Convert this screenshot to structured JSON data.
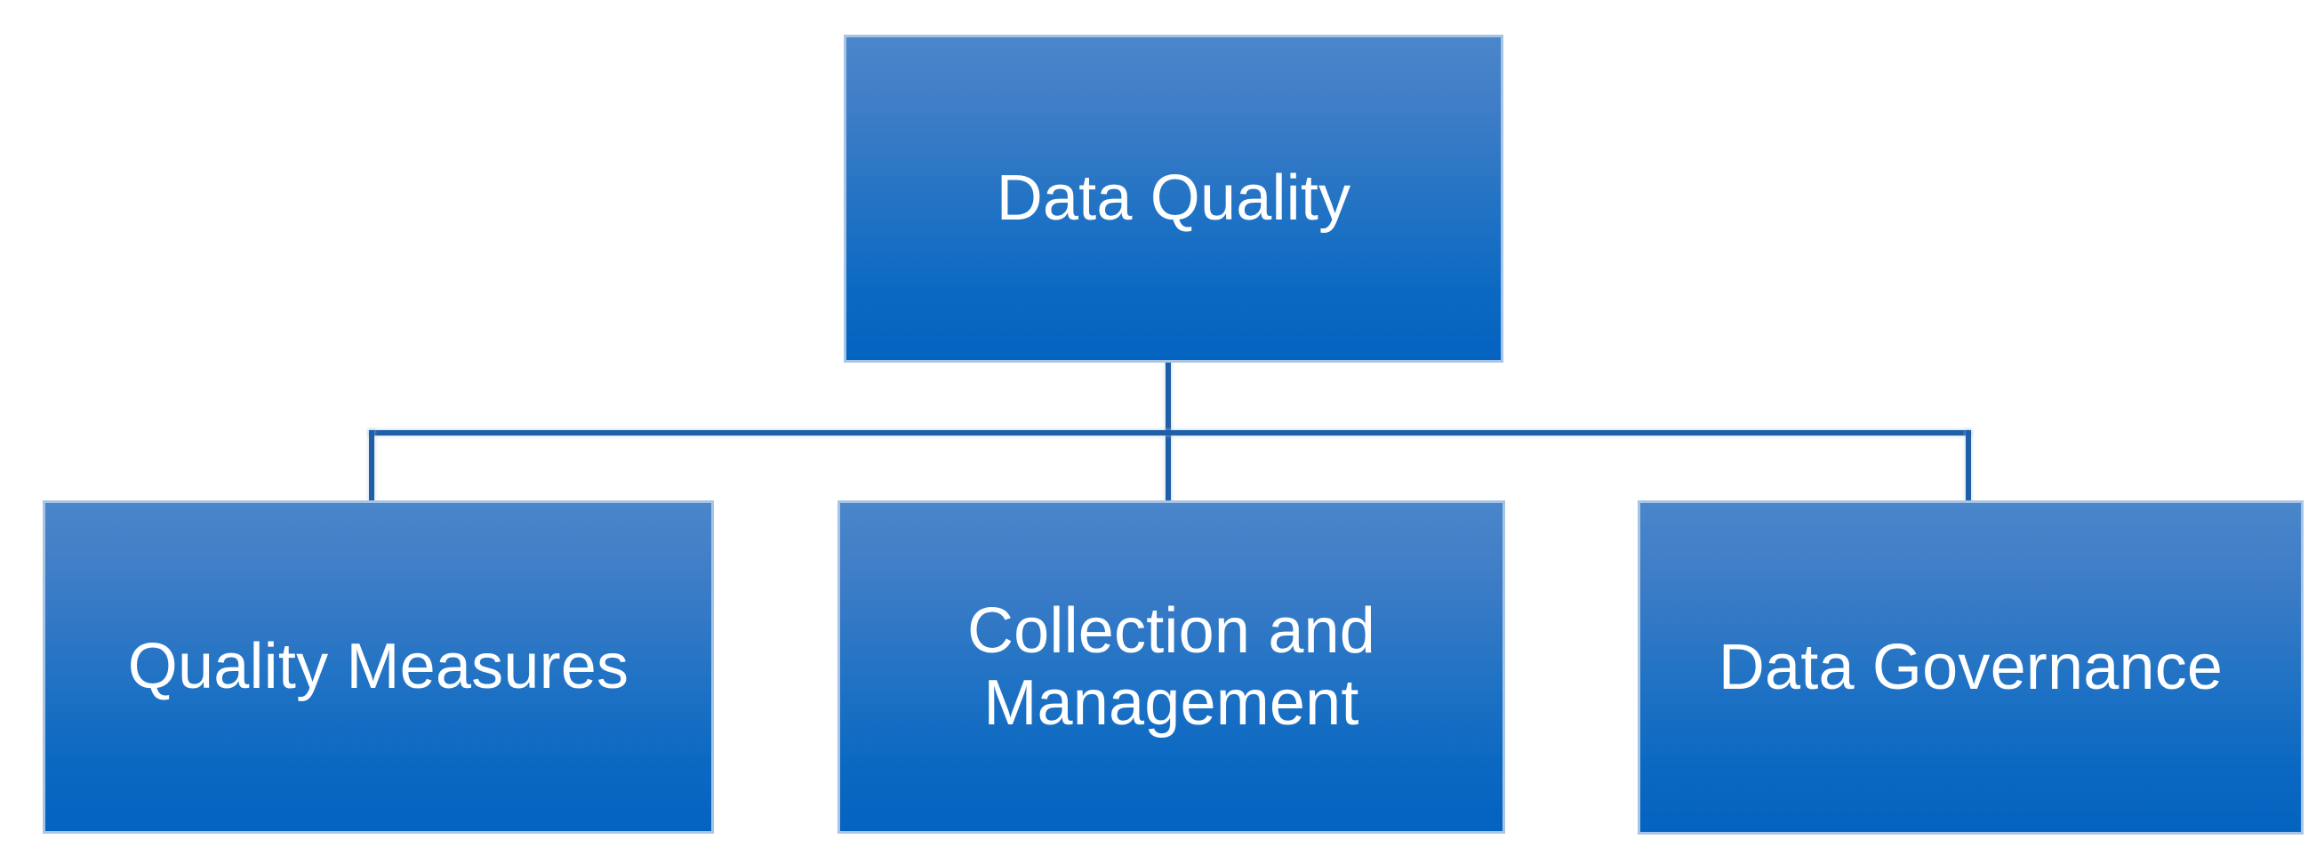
{
  "diagram": {
    "title": "Data Quality",
    "type": "hierarchy-org-chart",
    "background_color": "#ffffff",
    "palette": {
      "node_gradient_top": "#4a86ca",
      "node_gradient_bottom": "#0463c0",
      "node_border": "#a8c4e4",
      "connector_line": "#1f5fa8",
      "node_text": "#ffffff"
    },
    "root": {
      "id": "data-quality",
      "label": "Data Quality"
    },
    "children": [
      {
        "id": "quality-measures",
        "label": "Quality Measures"
      },
      {
        "id": "collection-and-management",
        "label": "Collection and\nManagement"
      },
      {
        "id": "data-governance",
        "label": "Data Governance"
      }
    ]
  }
}
